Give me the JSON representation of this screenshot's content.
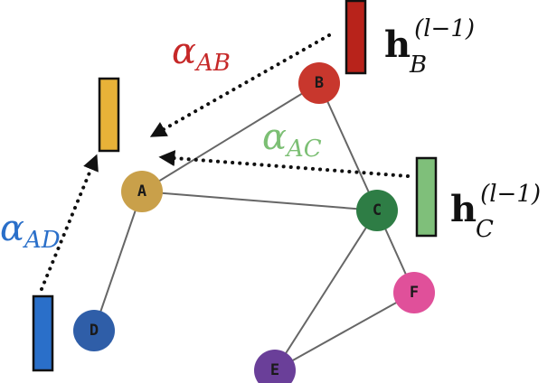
{
  "colors": {
    "edge": "#666666",
    "arrow": "#111111",
    "node_A": "#c9a04a",
    "node_B": "#c8372d",
    "node_C": "#2e7d45",
    "node_D": "#2f5ea8",
    "node_E": "#6a3f99",
    "node_F": "#e0509a",
    "bar_A": "#e8b238",
    "bar_B": "#b8231b",
    "bar_C": "#7fbf7a",
    "bar_D": "#2a6fc9",
    "alpha_AB": "#c62828",
    "alpha_AC": "#7cbf74",
    "alpha_AD": "#2a6fc9"
  },
  "nodes": {
    "A": "A",
    "B": "B",
    "C": "C",
    "D": "D",
    "E": "E",
    "F": "F"
  },
  "labels": {
    "alpha_AB": {
      "alpha": "α",
      "sub": "AB"
    },
    "alpha_AC": {
      "alpha": "α",
      "sub": "AC"
    },
    "alpha_AD": {
      "alpha": "α",
      "sub": "AD"
    },
    "h_B": {
      "h": "h",
      "sup": "(l−1)",
      "sub": "B"
    },
    "h_C": {
      "h": "h",
      "sup": "(l−1)",
      "sub": "C"
    }
  }
}
